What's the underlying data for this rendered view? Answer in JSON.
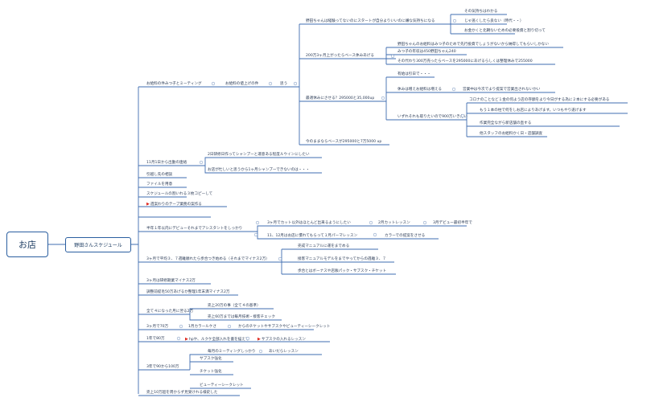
{
  "root": "お店",
  "schedule": "野田さんスケジュール",
  "nodes": {
    "n01": "その気持ちはわかる",
    "n02": "野田ちゃんは経験ってないのにスタートが自分よりいいのに嫌な気持ちになる",
    "n03": "じゃ逃くしたら良ない（時代・・）",
    "n04": "お金かくと北朝ないための必要投資と割り切って",
    "n05": "野田ちゃんのお給料はみつ子のためで先行投資でしょうがないから納得してもらいしかない",
    "n06": "200万3ヶ月上がったらベース休みあげる",
    "n07": "みつ子の年収は450野田ちゃん240",
    "n08": "その代わり300万売ったらベースを295000にあげるらしくは整理休みで255000",
    "n09": "有給は引日で・・・",
    "n10": "休みは増えお給料は増える",
    "n11": "営業中は今次でより提案で営業出されないかい",
    "n12": "最適休みにさせる？295000と35,000up",
    "n13": "コロナのことなど１金の何よう店の存額をより今日がする為に２本にする必要がある",
    "n14": "もう１本の柱で何をしお店によりあげます。いつもやり遂げます",
    "n15": "いずれそれも取りたいので900万いきたい",
    "n16": "作業完全ながら新店舗の直する",
    "n17": "他スタッフのお給料かく日・店舗調査",
    "n18": "今のままならベースが295000と7万5000 up",
    "n19": "お給料の件みつ子とミーティング",
    "n20": "お給料の値上げの件",
    "n21": "思う",
    "n22": "2日研修日作ってシャンプーと運意ある程度ルウインにしたい",
    "n23": "11月1日から出勤の連絡",
    "n24": "お店が忙しいと思うから1ヶ月シャンプーできないのは・・・",
    "n25": "引越し先の相談",
    "n26": "ファイルを用意",
    "n27": "スケジュールの割いれる３枚コピーして",
    "n28": "週案わりのテープ業務の案作る",
    "n29": "3ヶ月でカット以外はほとんど出来るようにしたい",
    "n30": "2月カットレッスン",
    "n31": "3月デビュー最初半年で",
    "n32": "半年１年以内にデビューそれまでアシスタントをしっかり",
    "n33": "11、12月はお店に慣れてもらって１月パーマレッスン",
    "n34": "カラーでの提案をさせる",
    "n35": "売成マニュアルに運をまでめる",
    "n36": "3ヶ月で平均３、７週離順れたら歩合つき始める（それまでマイナス2万）",
    "n37": "接客マニュアルモデルをまでやってからの週離３、７",
    "n38": "歩合とはボーナスや店販パック・サブスク・チケット",
    "n39": "3ヶ月は研修期業マイナス2万",
    "n40": "調整前提毛50万あげるか整理1年末満マイナス2万",
    "n41": "売上20万の事（全て４の基準）",
    "n42": "全て４になった月に翌る2万",
    "n43": "売上60万までは毎月技術・接客チェック",
    "n44": "3ヶ月で70万",
    "n45": "1月カラールケさ",
    "n46": "からのチケットやサブスクやビューティーシークレット",
    "n47": "1年で80万",
    "n48": "hpや、ルクケ全部入れを書を描えて",
    "n49": "サブスクの入れるレッスン",
    "n50": "毎月のミーティングしっかり",
    "n51": "あいだらレッスン",
    "n52": "サブスク強化",
    "n53": "3年で90から100万",
    "n54": "チケット強化",
    "n55": "ビューティーシークレット",
    "n56": "売上10万超を周からず見受けれる様史した"
  }
}
